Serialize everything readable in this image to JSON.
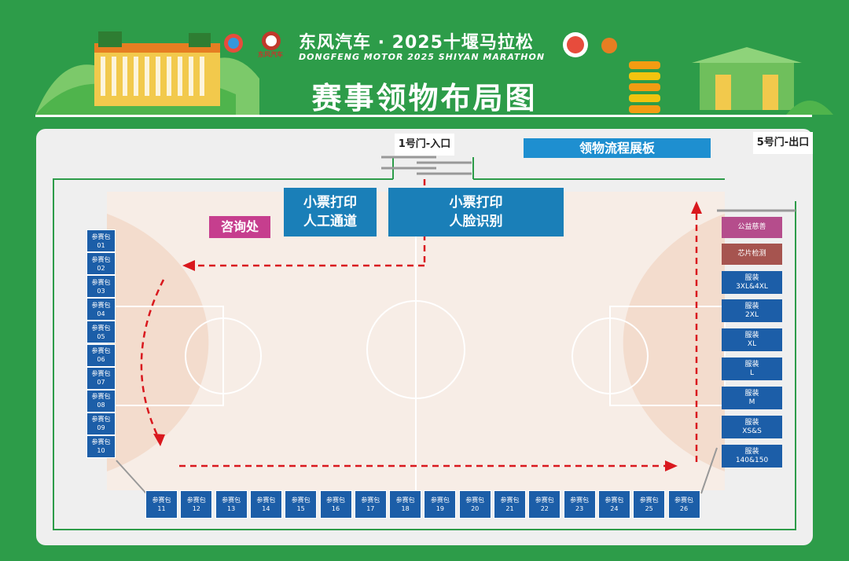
{
  "header": {
    "title": "东风汽车 · 2025十堰马拉松",
    "subtitle": "DONGFENG MOTOR 2025 SHIYAN MARATHON",
    "main_title": "赛事领物布局图",
    "logo_text": "东风汽车"
  },
  "gates": {
    "entrance": "1号门-入口",
    "exit": "5号门-出口"
  },
  "flow_board": "领物流程展板",
  "stations": {
    "manual_line1": "小票打印",
    "manual_line2": "人工通道",
    "face_line1": "小票打印",
    "face_line2": "人脸识别",
    "consult": "咨询处"
  },
  "colors": {
    "background": "#2d9c49",
    "pack_blue": "#1c5ea8",
    "station_blue": "#1a7fb8",
    "consult_pink": "#c63e8e",
    "arrow_red": "#d9181e"
  },
  "left_packs": [
    {
      "label": "参赛包",
      "num": "01"
    },
    {
      "label": "参赛包",
      "num": "02"
    },
    {
      "label": "参赛包",
      "num": "03"
    },
    {
      "label": "参赛包",
      "num": "04"
    },
    {
      "label": "参赛包",
      "num": "05"
    },
    {
      "label": "参赛包",
      "num": "06"
    },
    {
      "label": "参赛包",
      "num": "07"
    },
    {
      "label": "参赛包",
      "num": "08"
    },
    {
      "label": "参赛包",
      "num": "09"
    },
    {
      "label": "参赛包",
      "num": "10"
    }
  ],
  "bottom_packs": [
    {
      "label": "参赛包",
      "num": "11"
    },
    {
      "label": "参赛包",
      "num": "12"
    },
    {
      "label": "参赛包",
      "num": "13"
    },
    {
      "label": "参赛包",
      "num": "14"
    },
    {
      "label": "参赛包",
      "num": "15"
    },
    {
      "label": "参赛包",
      "num": "16"
    },
    {
      "label": "参赛包",
      "num": "17"
    },
    {
      "label": "参赛包",
      "num": "18"
    },
    {
      "label": "参赛包",
      "num": "19"
    },
    {
      "label": "参赛包",
      "num": "20"
    },
    {
      "label": "参赛包",
      "num": "21"
    },
    {
      "label": "参赛包",
      "num": "22"
    },
    {
      "label": "参赛包",
      "num": "23"
    },
    {
      "label": "参赛包",
      "num": "24"
    },
    {
      "label": "参赛包",
      "num": "25"
    },
    {
      "label": "参赛包",
      "num": "26"
    }
  ],
  "right_stations": [
    {
      "line1": "公益慈善",
      "line2": "",
      "color": "#b54d8c"
    },
    {
      "line1": "芯片检测",
      "line2": "",
      "color": "#a6544f"
    },
    {
      "line1": "服装",
      "line2": "3XL&4XL",
      "color": "#1c5ea8"
    },
    {
      "line1": "服装",
      "line2": "2XL",
      "color": "#1c5ea8"
    },
    {
      "line1": "服装",
      "line2": "XL",
      "color": "#1c5ea8"
    },
    {
      "line1": "服装",
      "line2": "L",
      "color": "#1c5ea8"
    },
    {
      "line1": "服装",
      "line2": "M",
      "color": "#1c5ea8"
    },
    {
      "line1": "服装",
      "line2": "XS&S",
      "color": "#1c5ea8"
    },
    {
      "line1": "服装",
      "line2": "140&150",
      "color": "#1c5ea8"
    }
  ]
}
